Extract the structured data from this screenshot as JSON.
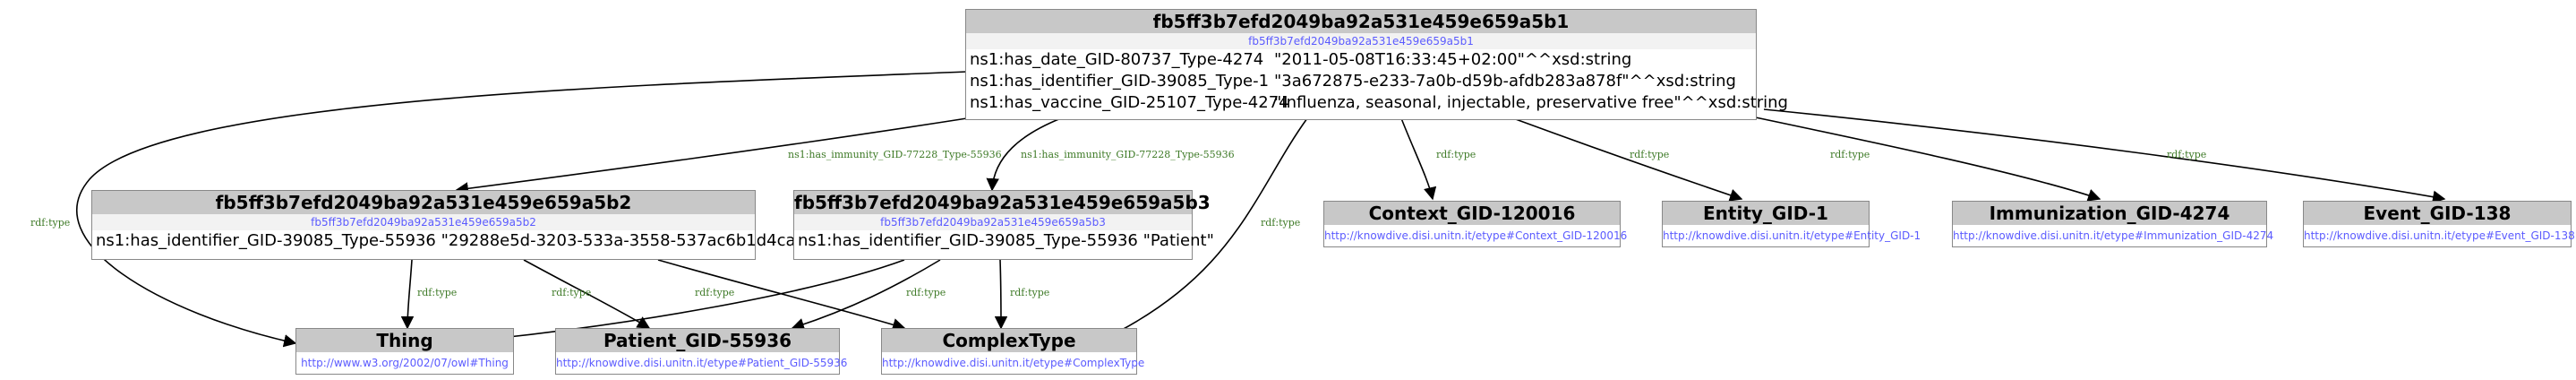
{
  "nodes": {
    "main": {
      "title": "fb5ff3b7efd2049ba92a531e459e659a5b1",
      "uri": "fb5ff3b7efd2049ba92a531e459e659a5b1",
      "props": [
        {
          "pred": "ns1:has_date_GID-80737_Type-4274",
          "val": "\"2011-05-08T16:33:45+02:00\"^^xsd:string"
        },
        {
          "pred": "ns1:has_identifier_GID-39085_Type-1",
          "val": "\"3a672875-e233-7a0b-d59b-afdb283a878f\"^^xsd:string"
        },
        {
          "pred": "ns1:has_vaccine_GID-25107_Type-4274",
          "val": "\"Influenza, seasonal, injectable, preservative free\"^^xsd:string"
        }
      ]
    },
    "b2": {
      "title": "fb5ff3b7efd2049ba92a531e459e659a5b2",
      "uri": "fb5ff3b7efd2049ba92a531e459e659a5b2",
      "props": [
        {
          "pred": "ns1:has_identifier_GID-39085_Type-55936",
          "val": "\"29288e5d-3203-533a-3558-537ac6b1d4ca\""
        }
      ]
    },
    "b3": {
      "title": "fb5ff3b7efd2049ba92a531e459e659a5b3",
      "uri": "fb5ff3b7efd2049ba92a531e459e659a5b3",
      "props": [
        {
          "pred": "ns1:has_identifier_GID-39085_Type-55936",
          "val": "\"Patient\""
        }
      ]
    },
    "context": {
      "title": "Context_GID-120016",
      "uri": "http://knowdive.disi.unitn.it/etype#Context_GID-120016"
    },
    "entity": {
      "title": "Entity_GID-1",
      "uri": "http://knowdive.disi.unitn.it/etype#Entity_GID-1"
    },
    "immunization": {
      "title": "Immunization_GID-4274",
      "uri": "http://knowdive.disi.unitn.it/etype#Immunization_GID-4274"
    },
    "event": {
      "title": "Event_GID-138",
      "uri": "http://knowdive.disi.unitn.it/etype#Event_GID-138"
    },
    "thing": {
      "title": "Thing",
      "uri": "http://www.w3.org/2002/07/owl#Thing"
    },
    "patient": {
      "title": "Patient_GID-55936",
      "uri": "http://knowdive.disi.unitn.it/etype#Patient_GID-55936"
    },
    "complex": {
      "title": "ComplexType",
      "uri": "http://knowdive.disi.unitn.it/etype#ComplexType"
    }
  },
  "edge_labels": {
    "rdftype": "rdf:type",
    "immunity": "ns1:has_immunity_GID-77228_Type-55936"
  }
}
